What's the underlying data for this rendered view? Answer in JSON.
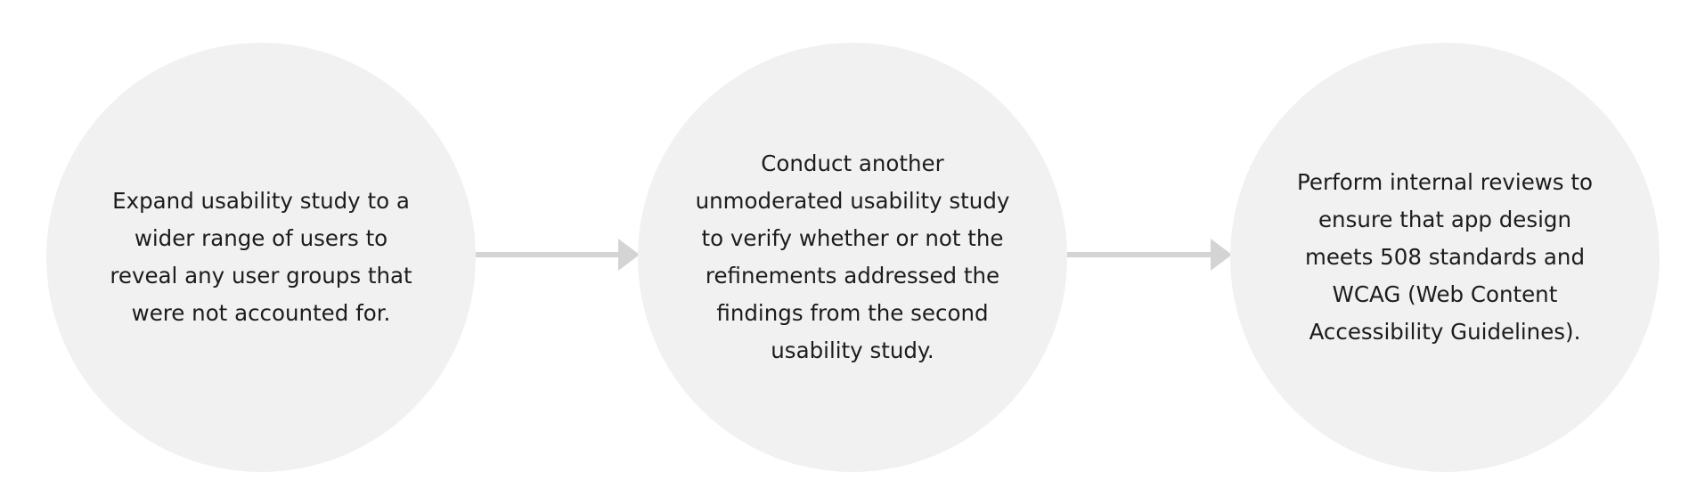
{
  "steps": [
    {
      "lines": [
        "Expand usability study to a",
        "wider range of users to",
        "reveal any user groups that",
        "were not accounted for."
      ]
    },
    {
      "lines": [
        "Conduct another",
        "unmoderated usability study",
        "to verify whether or not the",
        "refinements addressed the",
        "findings from the second",
        "usability study."
      ]
    },
    {
      "lines": [
        "Perform internal reviews to",
        "ensure that app design",
        "meets 508 standards and",
        "WCAG (Web Content",
        "Accessibility Guidelines)."
      ]
    }
  ],
  "colors": {
    "circle_fill": "#f1f1f1",
    "arrow": "#d4d4d4",
    "text": "#1c1c1c",
    "background": "#ffffff"
  }
}
